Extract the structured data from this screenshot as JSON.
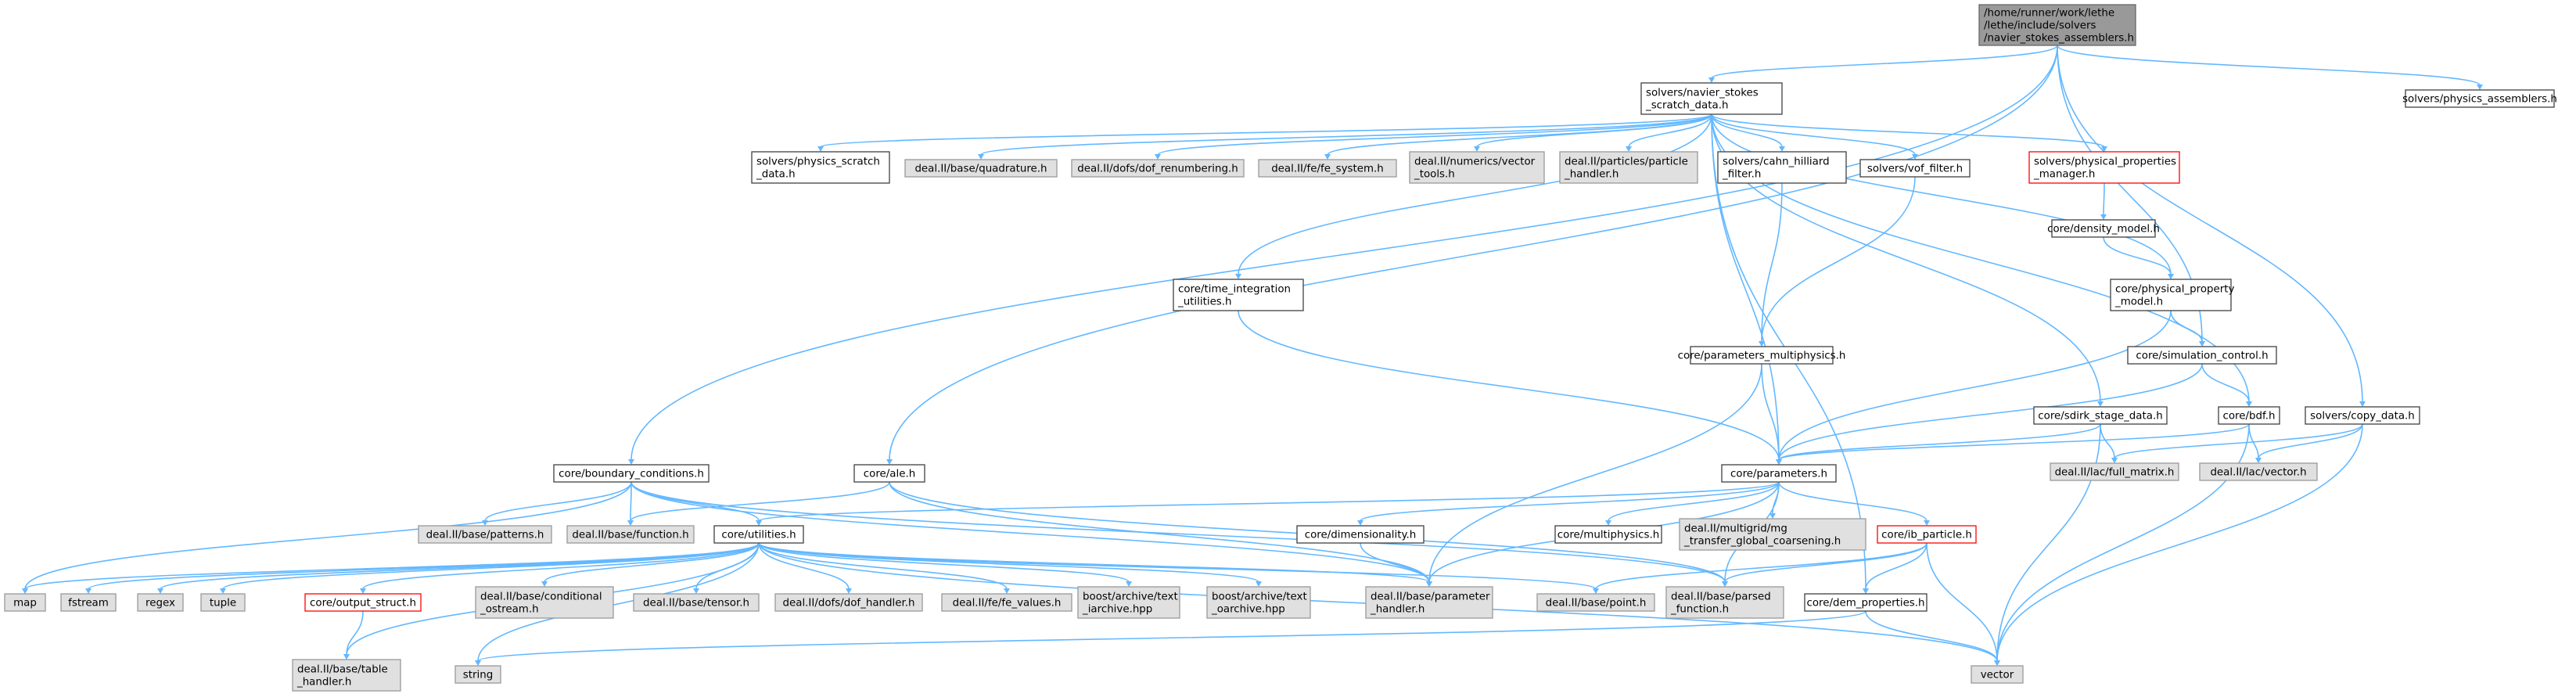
{
  "nodes": [
    {
      "id": "root",
      "kind": "root",
      "lines": [
        "/home/runner/work/lethe",
        "/lethe/include/solvers",
        "/navier_stokes_assemblers.h"
      ]
    },
    {
      "id": "ns_scratch",
      "kind": "normal",
      "lines": [
        "solvers/navier_stokes",
        "_scratch_data.h"
      ]
    },
    {
      "id": "phys_asm",
      "kind": "normal",
      "lines": [
        "solvers/physics_assemblers.h"
      ]
    },
    {
      "id": "phys_scratch",
      "kind": "normal",
      "lines": [
        "solvers/physics_scratch",
        "_data.h"
      ]
    },
    {
      "id": "quadrature",
      "kind": "ext",
      "lines": [
        "deal.II/base/quadrature.h"
      ]
    },
    {
      "id": "dof_renum",
      "kind": "ext",
      "lines": [
        "deal.II/dofs/dof_renumbering.h"
      ]
    },
    {
      "id": "fe_system",
      "kind": "ext",
      "lines": [
        "deal.II/fe/fe_system.h"
      ]
    },
    {
      "id": "vector_tools",
      "kind": "ext",
      "lines": [
        "deal.II/numerics/vector",
        "_tools.h"
      ]
    },
    {
      "id": "particle_handler",
      "kind": "ext",
      "lines": [
        "deal.II/particles/particle",
        "_handler.h"
      ]
    },
    {
      "id": "cahn",
      "kind": "normal",
      "lines": [
        "solvers/cahn_hilliard",
        "_filter.h"
      ]
    },
    {
      "id": "vof",
      "kind": "normal",
      "lines": [
        "solvers/vof_filter.h"
      ]
    },
    {
      "id": "ppm",
      "kind": "red",
      "lines": [
        "solvers/physical_properties",
        "_manager.h"
      ]
    },
    {
      "id": "density",
      "kind": "normal",
      "lines": [
        "core/density_model.h"
      ]
    },
    {
      "id": "ppmodel",
      "kind": "normal",
      "lines": [
        "core/physical_property",
        "_model.h"
      ]
    },
    {
      "id": "time_int",
      "kind": "normal",
      "lines": [
        "core/time_integration",
        "_utilities.h"
      ]
    },
    {
      "id": "param_mp",
      "kind": "normal",
      "lines": [
        "core/parameters_multiphysics.h"
      ]
    },
    {
      "id": "sim_ctrl",
      "kind": "normal",
      "lines": [
        "core/simulation_control.h"
      ]
    },
    {
      "id": "sdirk",
      "kind": "normal",
      "lines": [
        "core/sdirk_stage_data.h"
      ]
    },
    {
      "id": "bdf",
      "kind": "normal",
      "lines": [
        "core/bdf.h"
      ]
    },
    {
      "id": "copy_data",
      "kind": "normal",
      "lines": [
        "solvers/copy_data.h"
      ]
    },
    {
      "id": "bc",
      "kind": "normal",
      "lines": [
        "core/boundary_conditions.h"
      ]
    },
    {
      "id": "ale",
      "kind": "normal",
      "lines": [
        "core/ale.h"
      ]
    },
    {
      "id": "params",
      "kind": "normal",
      "lines": [
        "core/parameters.h"
      ]
    },
    {
      "id": "full_matrix",
      "kind": "ext",
      "lines": [
        "deal.II/lac/full_matrix.h"
      ]
    },
    {
      "id": "lac_vector",
      "kind": "ext",
      "lines": [
        "deal.II/lac/vector.h"
      ]
    },
    {
      "id": "patterns",
      "kind": "ext",
      "lines": [
        "deal.II/base/patterns.h"
      ]
    },
    {
      "id": "function",
      "kind": "ext",
      "lines": [
        "deal.II/base/function.h"
      ]
    },
    {
      "id": "utilities",
      "kind": "normal",
      "lines": [
        "core/utilities.h"
      ]
    },
    {
      "id": "dimensionality",
      "kind": "normal",
      "lines": [
        "core/dimensionality.h"
      ]
    },
    {
      "id": "multiphysics",
      "kind": "normal",
      "lines": [
        "core/multiphysics.h"
      ]
    },
    {
      "id": "mg_transfer",
      "kind": "ext",
      "lines": [
        "deal.II/multigrid/mg",
        "_transfer_global_coarsening.h"
      ]
    },
    {
      "id": "ib_particle",
      "kind": "red",
      "lines": [
        "core/ib_particle.h"
      ]
    },
    {
      "id": "map",
      "kind": "ext",
      "lines": [
        "map"
      ]
    },
    {
      "id": "fstream",
      "kind": "ext",
      "lines": [
        "fstream"
      ]
    },
    {
      "id": "regex",
      "kind": "ext",
      "lines": [
        "regex"
      ]
    },
    {
      "id": "tuple",
      "kind": "ext",
      "lines": [
        "tuple"
      ]
    },
    {
      "id": "output_struct",
      "kind": "red",
      "lines": [
        "core/output_struct.h"
      ]
    },
    {
      "id": "cond_ostream",
      "kind": "ext",
      "lines": [
        "deal.II/base/conditional",
        "_ostream.h"
      ]
    },
    {
      "id": "tensor",
      "kind": "ext",
      "lines": [
        "deal.II/base/tensor.h"
      ]
    },
    {
      "id": "dof_handler",
      "kind": "ext",
      "lines": [
        "deal.II/dofs/dof_handler.h"
      ]
    },
    {
      "id": "fe_values",
      "kind": "ext",
      "lines": [
        "deal.II/fe/fe_values.h"
      ]
    },
    {
      "id": "iarchive",
      "kind": "ext",
      "lines": [
        "boost/archive/text",
        "_iarchive.hpp"
      ]
    },
    {
      "id": "oarchive",
      "kind": "ext",
      "lines": [
        "boost/archive/text",
        "_oarchive.hpp"
      ]
    },
    {
      "id": "param_handler",
      "kind": "ext",
      "lines": [
        "deal.II/base/parameter",
        "_handler.h"
      ]
    },
    {
      "id": "point",
      "kind": "ext",
      "lines": [
        "deal.II/base/point.h"
      ]
    },
    {
      "id": "parsed_fn",
      "kind": "ext",
      "lines": [
        "deal.II/base/parsed",
        "_function.h"
      ]
    },
    {
      "id": "dem_props",
      "kind": "normal",
      "lines": [
        "core/dem_properties.h"
      ]
    },
    {
      "id": "table_handler",
      "kind": "ext",
      "lines": [
        "deal.II/base/table",
        "_handler.h"
      ]
    },
    {
      "id": "string",
      "kind": "ext",
      "lines": [
        "string"
      ]
    },
    {
      "id": "std_vector",
      "kind": "ext",
      "lines": [
        "vector"
      ]
    }
  ],
  "edges": [
    [
      "root",
      "ns_scratch"
    ],
    [
      "root",
      "phys_asm"
    ],
    [
      "root",
      "bc"
    ],
    [
      "root",
      "ale"
    ],
    [
      "root",
      "sim_ctrl"
    ],
    [
      "root",
      "copy_data"
    ],
    [
      "ns_scratch",
      "phys_scratch"
    ],
    [
      "ns_scratch",
      "quadrature"
    ],
    [
      "ns_scratch",
      "dof_renum"
    ],
    [
      "ns_scratch",
      "fe_system"
    ],
    [
      "ns_scratch",
      "vector_tools"
    ],
    [
      "ns_scratch",
      "particle_handler"
    ],
    [
      "ns_scratch",
      "cahn"
    ],
    [
      "ns_scratch",
      "vof"
    ],
    [
      "ns_scratch",
      "ppm"
    ],
    [
      "ns_scratch",
      "ppmodel"
    ],
    [
      "ns_scratch",
      "time_int"
    ],
    [
      "ns_scratch",
      "params"
    ],
    [
      "ns_scratch",
      "sdirk"
    ],
    [
      "ns_scratch",
      "bdf"
    ],
    [
      "ns_scratch",
      "dem_props"
    ],
    [
      "cahn",
      "param_mp"
    ],
    [
      "vof",
      "param_mp"
    ],
    [
      "ppm",
      "density"
    ],
    [
      "density",
      "ppmodel"
    ],
    [
      "ppmodel",
      "sim_ctrl"
    ],
    [
      "ppmodel",
      "params"
    ],
    [
      "time_int",
      "params"
    ],
    [
      "param_mp",
      "params"
    ],
    [
      "param_mp",
      "param_handler"
    ],
    [
      "sim_ctrl",
      "bdf"
    ],
    [
      "sim_ctrl",
      "params"
    ],
    [
      "sdirk",
      "params"
    ],
    [
      "sdirk",
      "full_matrix"
    ],
    [
      "sdirk",
      "std_vector"
    ],
    [
      "bdf",
      "params"
    ],
    [
      "bdf",
      "lac_vector"
    ],
    [
      "bdf",
      "std_vector"
    ],
    [
      "copy_data",
      "full_matrix"
    ],
    [
      "copy_data",
      "lac_vector"
    ],
    [
      "copy_data",
      "std_vector"
    ],
    [
      "bc",
      "patterns"
    ],
    [
      "bc",
      "function"
    ],
    [
      "bc",
      "utilities"
    ],
    [
      "bc",
      "param_handler"
    ],
    [
      "bc",
      "parsed_fn"
    ],
    [
      "bc",
      "map"
    ],
    [
      "ale",
      "function"
    ],
    [
      "ale",
      "param_handler"
    ],
    [
      "ale",
      "parsed_fn"
    ],
    [
      "params",
      "utilities"
    ],
    [
      "params",
      "dimensionality"
    ],
    [
      "params",
      "multiphysics"
    ],
    [
      "params",
      "mg_transfer"
    ],
    [
      "params",
      "ib_particle"
    ],
    [
      "params",
      "param_handler"
    ],
    [
      "params",
      "parsed_fn"
    ],
    [
      "dimensionality",
      "param_handler"
    ],
    [
      "ib_particle",
      "dem_props"
    ],
    [
      "ib_particle",
      "point"
    ],
    [
      "ib_particle",
      "parsed_fn"
    ],
    [
      "ib_particle",
      "std_vector"
    ],
    [
      "dem_props",
      "string"
    ],
    [
      "dem_props",
      "std_vector"
    ],
    [
      "utilities",
      "map"
    ],
    [
      "utilities",
      "fstream"
    ],
    [
      "utilities",
      "regex"
    ],
    [
      "utilities",
      "tuple"
    ],
    [
      "utilities",
      "output_struct"
    ],
    [
      "utilities",
      "cond_ostream"
    ],
    [
      "utilities",
      "tensor"
    ],
    [
      "utilities",
      "dof_handler"
    ],
    [
      "utilities",
      "fe_values"
    ],
    [
      "utilities",
      "iarchive"
    ],
    [
      "utilities",
      "oarchive"
    ],
    [
      "utilities",
      "param_handler"
    ],
    [
      "utilities",
      "point"
    ],
    [
      "utilities",
      "table_handler"
    ],
    [
      "utilities",
      "string"
    ],
    [
      "utilities",
      "std_vector"
    ],
    [
      "output_struct",
      "table_handler"
    ]
  ]
}
